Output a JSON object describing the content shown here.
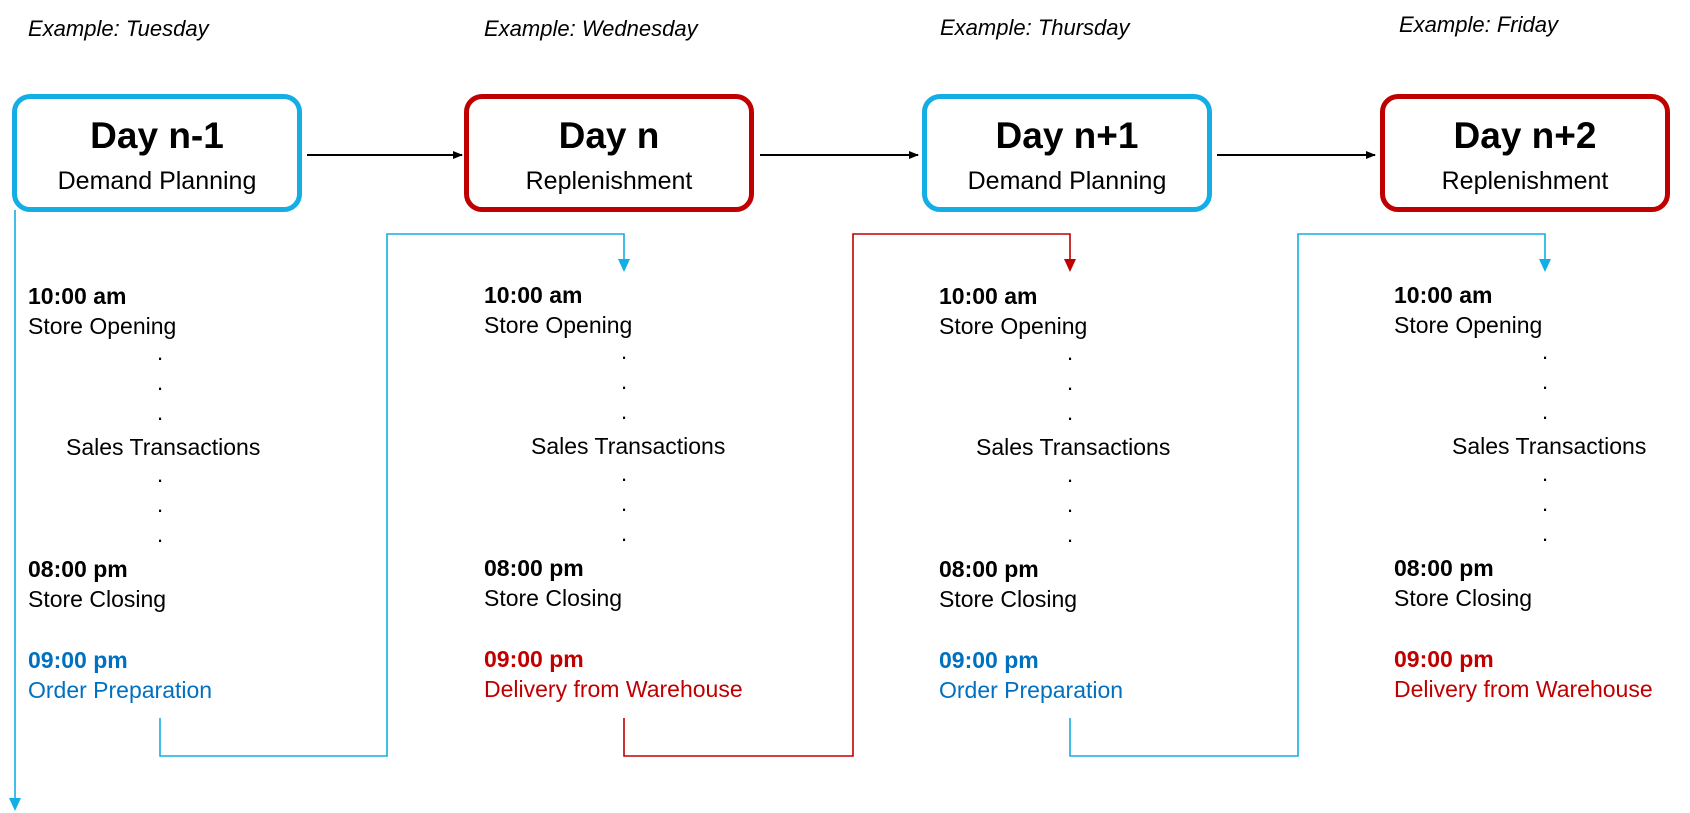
{
  "colors": {
    "blue_border": "#12AEE5",
    "red_border": "#C00000",
    "blue_text": "#0070C0",
    "red_text": "#C00000"
  },
  "days": [
    {
      "example": "Example: Tuesday",
      "title": "Day n-1",
      "subtitle": "Demand Planning",
      "theme": "blue",
      "open_time": "10:00 am",
      "open_label": "Store Opening",
      "middle_label": "Sales Transactions",
      "close_time": "08:00 pm",
      "close_label": "Store Closing",
      "final_time": "09:00 pm",
      "final_label": "Order Preparation"
    },
    {
      "example": "Example: Wednesday",
      "title": "Day n",
      "subtitle": "Replenishment",
      "theme": "red",
      "open_time": "10:00 am",
      "open_label": "Store Opening",
      "middle_label": "Sales Transactions",
      "close_time": "08:00 pm",
      "close_label": "Store Closing",
      "final_time": "09:00 pm",
      "final_label": "Delivery from Warehouse"
    },
    {
      "example": "Example: Thursday",
      "title": "Day n+1",
      "subtitle": "Demand Planning",
      "theme": "blue",
      "open_time": "10:00 am",
      "open_label": "Store Opening",
      "middle_label": "Sales Transactions",
      "close_time": "08:00 pm",
      "close_label": "Store Closing",
      "final_time": "09:00 pm",
      "final_label": "Order Preparation"
    },
    {
      "example": "Example: Friday",
      "title": "Day n+2",
      "subtitle": "Replenishment",
      "theme": "red",
      "open_time": "10:00 am",
      "open_label": "Store Opening",
      "middle_label": "Sales Transactions",
      "close_time": "08:00 pm",
      "close_label": "Store Closing",
      "final_time": "09:00 pm",
      "final_label": "Delivery from Warehouse"
    }
  ]
}
